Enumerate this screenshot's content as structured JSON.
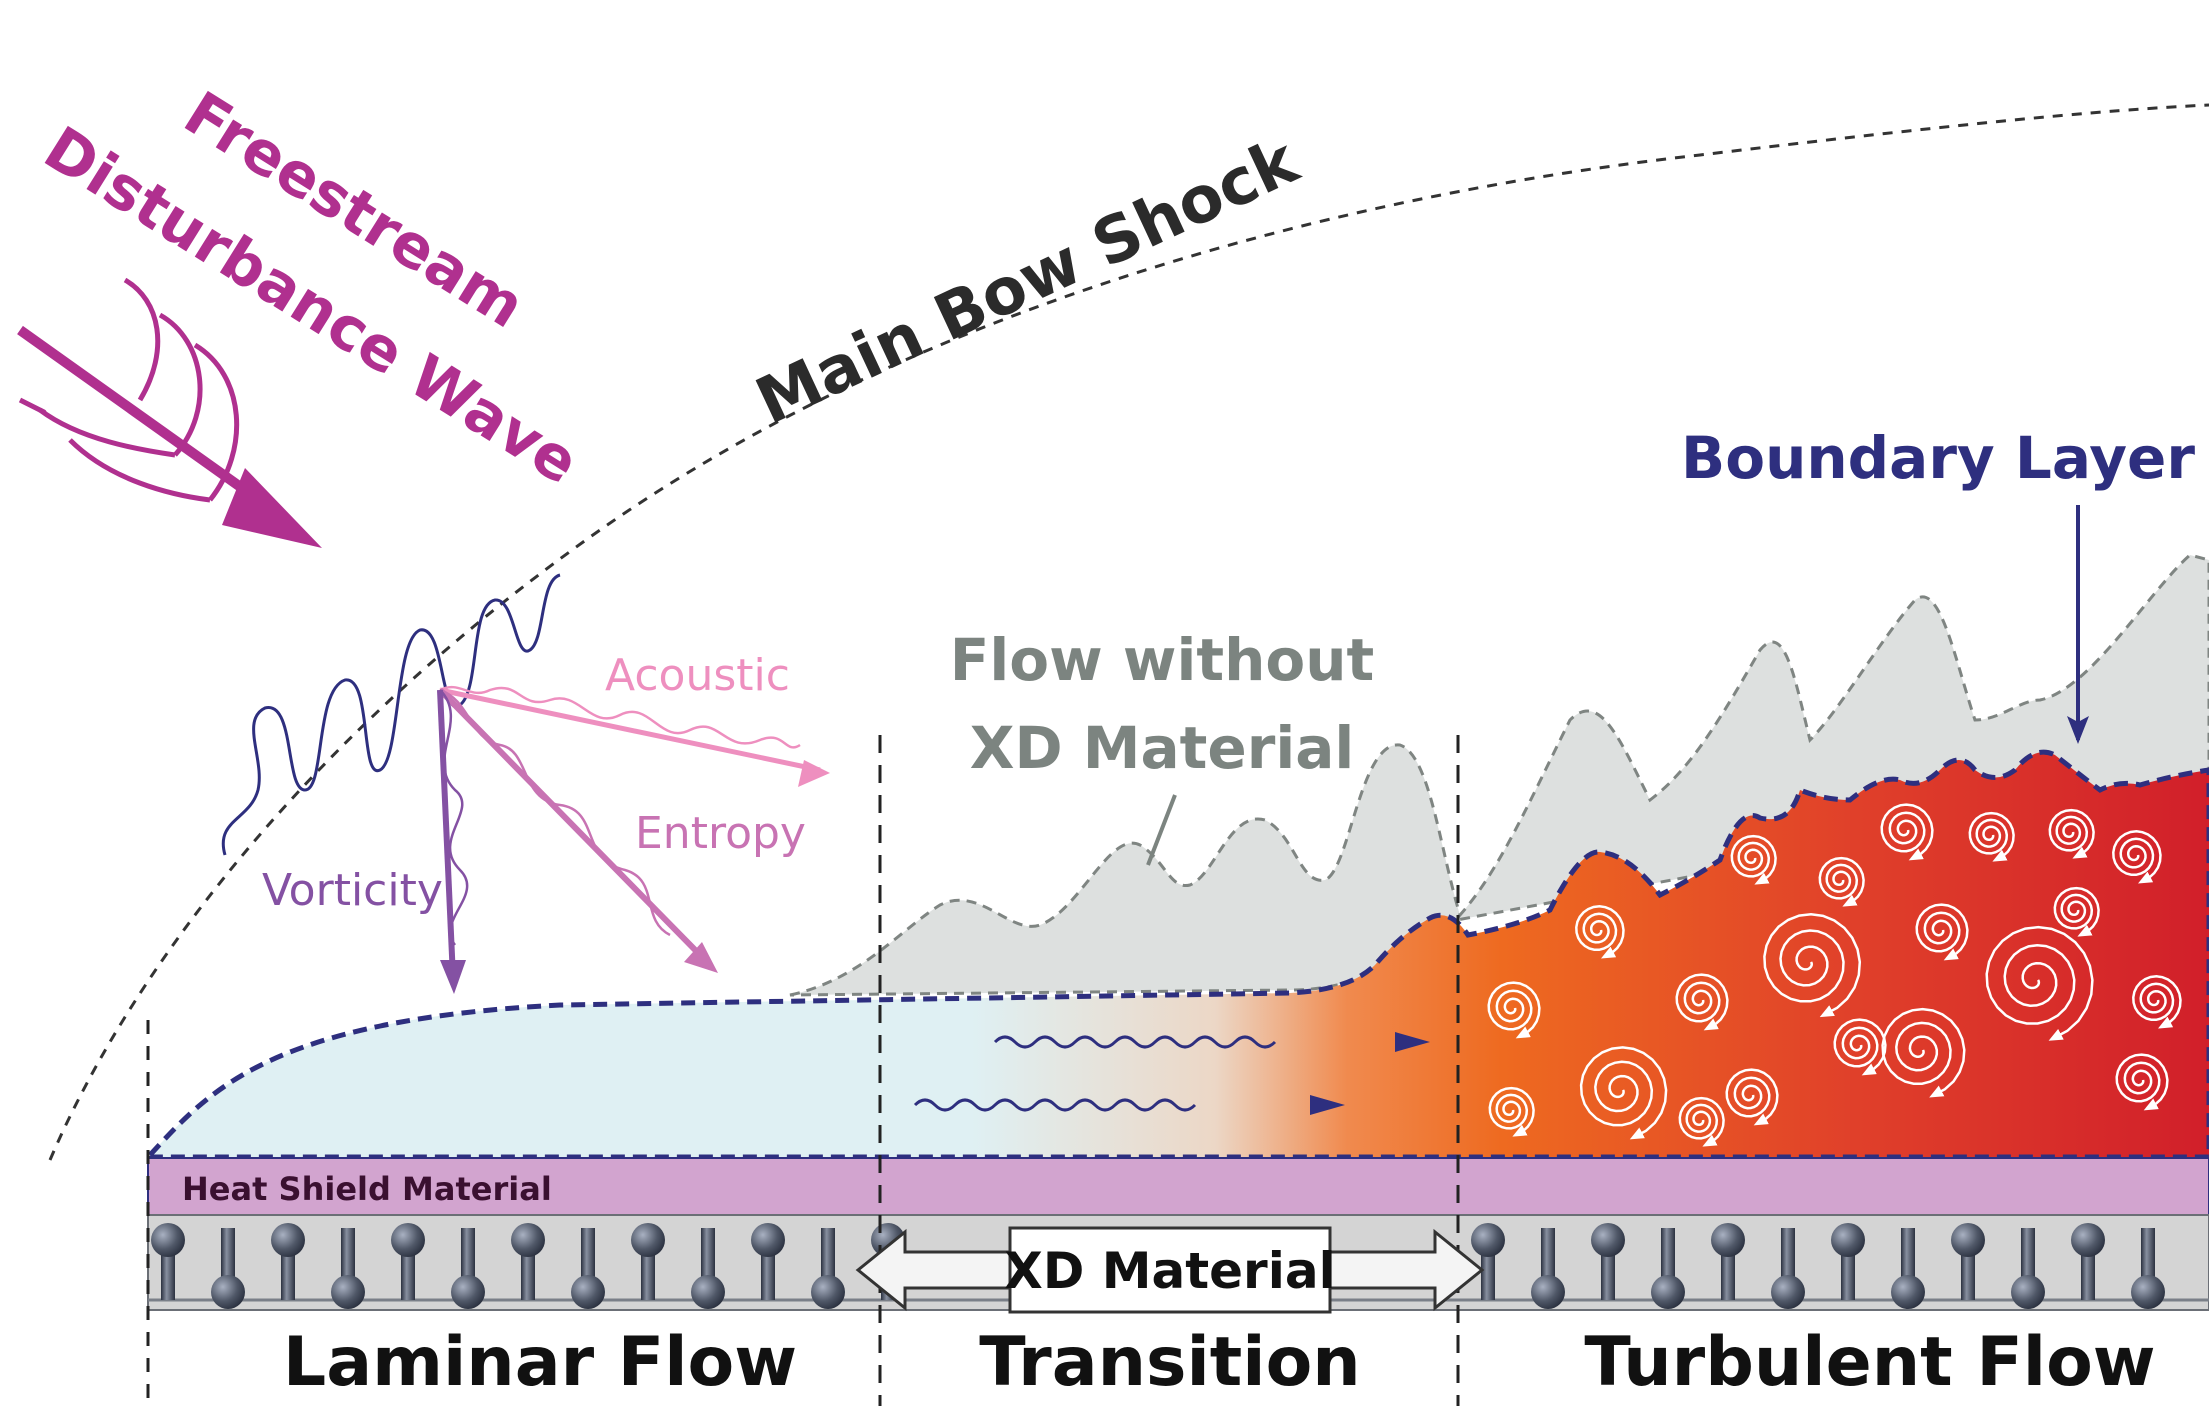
{
  "labels": {
    "freestream_line1": "Freestream",
    "freestream_line2": "Disturbance Wave",
    "bow_shock": "Main Bow Shock",
    "boundary_layer": "Boundary Layer",
    "flow_without_line1": "Flow without",
    "flow_without_line2": "XD Material",
    "acoustic": "Acoustic",
    "entropy": "Entropy",
    "vorticity": "Vorticity",
    "heat_shield": "Heat Shield Material",
    "xd_material": "XD Material",
    "laminar": "Laminar Flow",
    "transition": "Transition",
    "turbulent": "Turbulent Flow"
  },
  "colors": {
    "magenta": "#b0308f",
    "navy": "#2e2f7f",
    "acoustic_pink": "#ee8fbf",
    "entropy_pink": "#c873b3",
    "vorticity_purple": "#8451a3",
    "gray_text": "#7c8480",
    "gray_flow": "#dde0df",
    "laminar_blue": "#dff0f3",
    "heat_shield": "#d2a4cf",
    "xd_gray": "#d0d0d0",
    "turb_orange": "#ef6a1f",
    "turb_red": "#d3202a"
  }
}
